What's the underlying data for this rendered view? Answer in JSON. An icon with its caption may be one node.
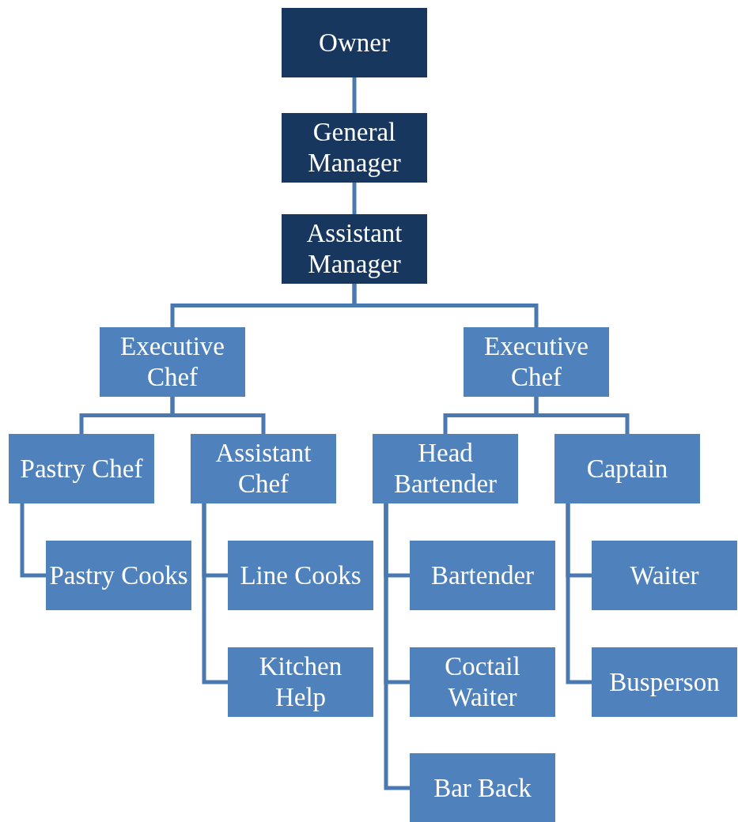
{
  "diagram": {
    "nodes": [
      {
        "text": [
          "Owner"
        ]
      },
      {
        "text": [
          "General Manager"
        ]
      },
      {
        "text": [
          "Assistant Manager"
        ]
      },
      {
        "text": [
          "Executive Chef"
        ]
      },
      {
        "text": [
          "Executive Chef"
        ]
      },
      {
        "text": [
          "Pastry Chef"
        ]
      },
      {
        "text": [
          "Assistant Chef"
        ]
      },
      {
        "text": [
          "Head Bartender"
        ]
      },
      {
        "text": [
          "Captain"
        ]
      },
      {
        "text": [
          "Pastry Cooks"
        ]
      },
      {
        "text": [
          "Line Cooks"
        ]
      },
      {
        "text": [
          "Bartender"
        ]
      },
      {
        "text": [
          "Waiter"
        ]
      },
      {
        "text": [
          "Kitchen Help"
        ]
      },
      {
        "text": [
          "Coctail Waiter"
        ]
      },
      {
        "text": [
          "Busperson"
        ]
      },
      {
        "text": [
          "Bar Back"
        ]
      }
    ],
    "edges": [
      {
        "from": 0,
        "to": 1,
        "arrow": "none"
      },
      {
        "from": 1,
        "to": 2,
        "arrow": "none"
      },
      {
        "from": 2,
        "to": 3,
        "arrow": "none"
      },
      {
        "from": 2,
        "to": 4,
        "arrow": "none"
      },
      {
        "from": 3,
        "to": 5,
        "arrow": "none"
      },
      {
        "from": 3,
        "to": 6,
        "arrow": "none"
      },
      {
        "from": 4,
        "to": 7,
        "arrow": "none"
      },
      {
        "from": 4,
        "to": 8,
        "arrow": "none"
      },
      {
        "from": 5,
        "to": 9,
        "arrow": "none"
      },
      {
        "from": 6,
        "to": 10,
        "arrow": "none"
      },
      {
        "from": 6,
        "to": 13,
        "arrow": "none"
      },
      {
        "from": 7,
        "to": 11,
        "arrow": "none"
      },
      {
        "from": 7,
        "to": 14,
        "arrow": "none"
      },
      {
        "from": 7,
        "to": 16,
        "arrow": "none"
      },
      {
        "from": 8,
        "to": 12,
        "arrow": "none"
      },
      {
        "from": 8,
        "to": 15,
        "arrow": "none"
      }
    ]
  }
}
